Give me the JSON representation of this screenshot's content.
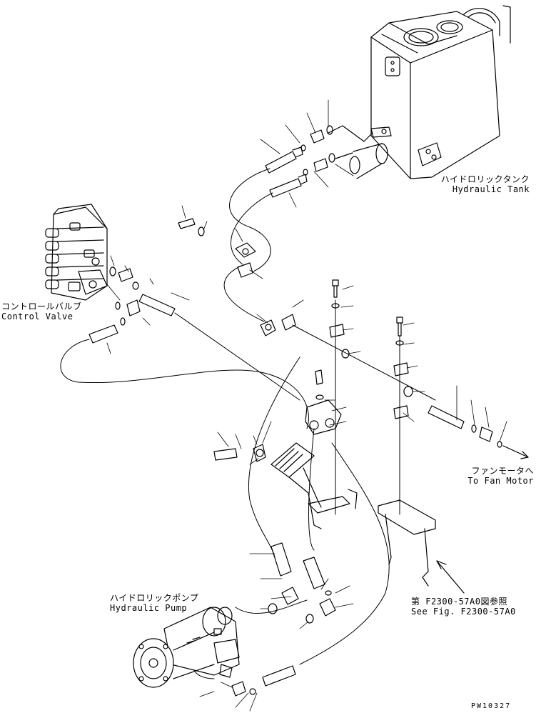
{
  "labels": {
    "hydraulic_tank": {
      "jp": "ハイドロリックタンク",
      "en": "Hydraulic Tank"
    },
    "control_valve": {
      "jp": "コントロールバルブ",
      "en": "Control Valve"
    },
    "fan_motor": {
      "jp": "ファンモータへ",
      "en": "To Fan Motor"
    },
    "see_fig": {
      "jp": "第 F2300-57A0図参照",
      "en": "See Fig. F2300-57A0"
    },
    "hydraulic_pump": {
      "jp": "ハイドロリックポンプ",
      "en": "Hydraulic Pump"
    },
    "drawing_code": "PW10327"
  }
}
